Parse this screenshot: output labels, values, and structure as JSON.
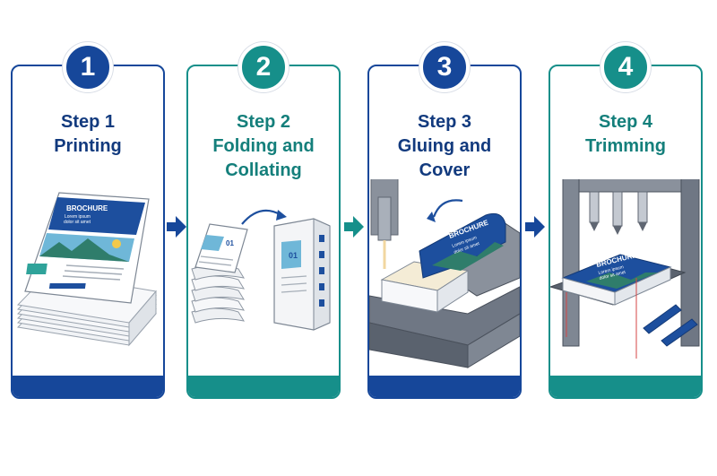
{
  "steps": [
    {
      "number": "1",
      "label": "Step 1",
      "name_lines": [
        "Printing"
      ],
      "accent": "#16479a"
    },
    {
      "number": "2",
      "label": "Step 2",
      "name_lines": [
        "Folding and",
        "Collating"
      ],
      "accent": "#168f8a"
    },
    {
      "number": "3",
      "label": "Step 3",
      "name_lines": [
        "Gluing and",
        "Cover"
      ],
      "accent": "#16479a"
    },
    {
      "number": "4",
      "label": "Step 4",
      "name_lines": [
        "Trimming"
      ],
      "accent": "#168f8a"
    }
  ],
  "artwork_text": {
    "brochure": "BROCHURE",
    "lorem_line1": "Lorem ipsum",
    "lorem_line2": "dolor sit amet",
    "section_number": "01"
  },
  "colors": {
    "blue": "#16479a",
    "teal": "#168f8a",
    "gray_machine": "#8a919c"
  }
}
